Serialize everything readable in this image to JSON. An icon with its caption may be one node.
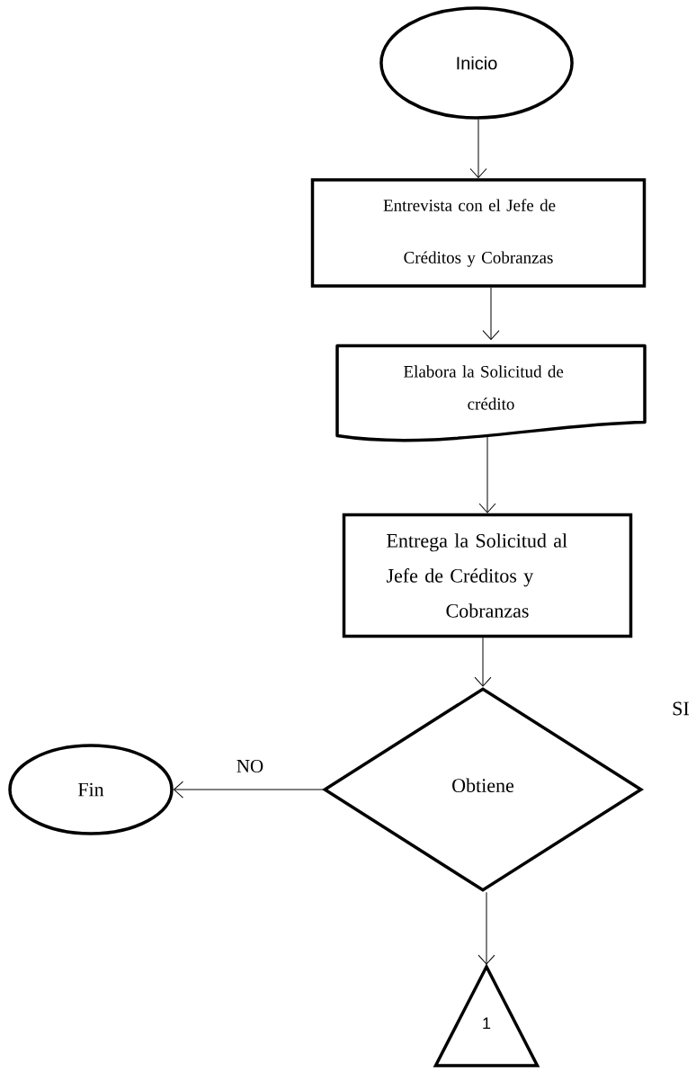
{
  "diagram": {
    "nodes": [
      {
        "text": [
          "Inicio"
        ]
      },
      {
        "text": [
          "Entrevista con el Jefe de Créditos y Cobranzas"
        ]
      },
      {
        "text": [
          "Elabora la Solicitud de crédito"
        ]
      },
      {
        "text": [
          "Entrega la Solicitud al Jefe de Créditos y Cobranzas"
        ]
      },
      {
        "text": [
          "Obtiene"
        ]
      },
      {
        "text": [
          "Fin"
        ]
      },
      {
        "text": [
          "1"
        ]
      }
    ],
    "edges": [
      {
        "from": 0,
        "to": 1,
        "arrow": "to"
      },
      {
        "from": 1,
        "to": 2,
        "arrow": "to"
      },
      {
        "from": 2,
        "to": 3,
        "arrow": "to"
      },
      {
        "from": 3,
        "to": 4,
        "arrow": "to"
      },
      {
        "from": 4,
        "to": 5,
        "arrow": "to",
        "label": "NO"
      },
      {
        "from": 4,
        "to": 6,
        "arrow": "to"
      }
    ],
    "labels": [
      "SI"
    ]
  }
}
